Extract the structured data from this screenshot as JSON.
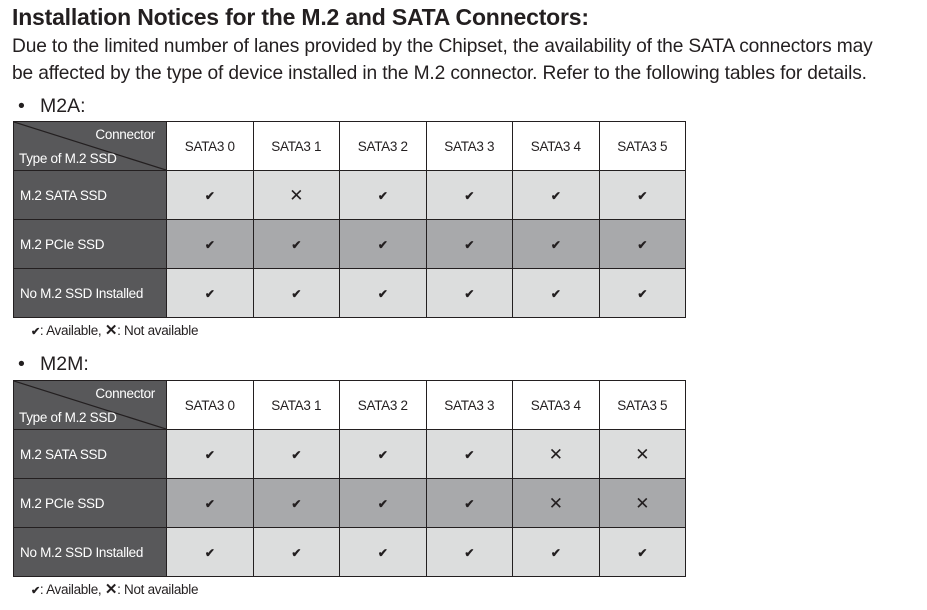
{
  "title": "Installation Notices for the M.2 and SATA Connectors:",
  "intro": {
    "line1": "Due to the limited number of lanes provided by the Chipset, the availability of the SATA connectors may",
    "line2": "be affected by the type of device installed in the M.2 connector. Refer to the following tables for details."
  },
  "bullet": "•",
  "sections": [
    {
      "heading": "M2A:",
      "corner_top": "Connector",
      "corner_bottom": "Type of M.2 SSD",
      "columns": [
        "SATA3 0",
        "SATA3 1",
        "SATA3 2",
        "SATA3 3",
        "SATA3 4",
        "SATA3 5"
      ],
      "rows": [
        {
          "label": "M.2 SATA SSD",
          "values": [
            "✔",
            "✕",
            "✔",
            "✔",
            "✔",
            "✔"
          ]
        },
        {
          "label": "M.2 PCIe SSD",
          "values": [
            "✔",
            "✔",
            "✔",
            "✔",
            "✔",
            "✔"
          ]
        },
        {
          "label": "No M.2 SSD Installed",
          "values": [
            "✔",
            "✔",
            "✔",
            "✔",
            "✔",
            "✔"
          ]
        }
      ],
      "legend": {
        "check_symbol": "✔",
        "check_text": ": Available, ",
        "cross_symbol": "✕",
        "cross_text": ": Not available"
      }
    },
    {
      "heading": "M2M:",
      "corner_top": "Connector",
      "corner_bottom": "Type of M.2 SSD",
      "columns": [
        "SATA3 0",
        "SATA3 1",
        "SATA3 2",
        "SATA3 3",
        "SATA3 4",
        "SATA3 5"
      ],
      "rows": [
        {
          "label": "M.2 SATA SSD",
          "values": [
            "✔",
            "✔",
            "✔",
            "✔",
            "✕",
            "✕"
          ]
        },
        {
          "label": "M.2 PCIe SSD",
          "values": [
            "✔",
            "✔",
            "✔",
            "✔",
            "✕",
            "✕"
          ]
        },
        {
          "label": "No M.2 SSD Installed",
          "values": [
            "✔",
            "✔",
            "✔",
            "✔",
            "✔",
            "✔"
          ]
        }
      ],
      "legend": {
        "check_symbol": "✔",
        "check_text": ": Available, ",
        "cross_symbol": "✕",
        "cross_text": ": Not available"
      }
    }
  ],
  "colors": {
    "row_header_bg": "#58585a",
    "light_row_bg": "#dcdddd",
    "dark_row_bg": "#a8a9ab",
    "text": "#231f20"
  },
  "icons": {
    "check": "check-icon",
    "cross": "cross-icon"
  }
}
